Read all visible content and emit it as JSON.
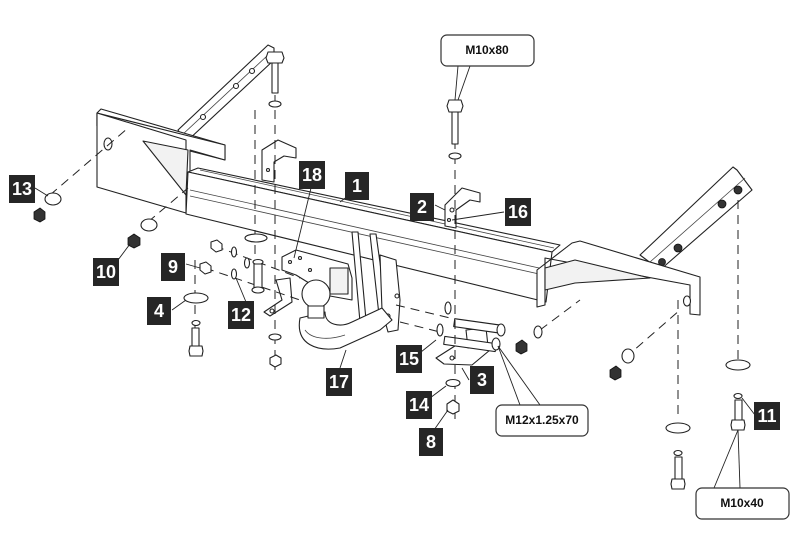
{
  "diagram": {
    "title": "Tow bar exploded assembly view",
    "part_labels": [
      {
        "id": "1",
        "text": "1"
      },
      {
        "id": "2",
        "text": "2"
      },
      {
        "id": "3",
        "text": "3"
      },
      {
        "id": "4",
        "text": "4"
      },
      {
        "id": "8",
        "text": "8"
      },
      {
        "id": "9",
        "text": "9"
      },
      {
        "id": "10",
        "text": "10"
      },
      {
        "id": "11",
        "text": "11"
      },
      {
        "id": "12",
        "text": "12"
      },
      {
        "id": "13",
        "text": "13"
      },
      {
        "id": "14",
        "text": "14"
      },
      {
        "id": "15",
        "text": "15"
      },
      {
        "id": "16",
        "text": "16"
      },
      {
        "id": "17",
        "text": "17"
      },
      {
        "id": "18",
        "text": "18"
      }
    ],
    "bolt_callouts": [
      {
        "id": "m10x80",
        "text": "M10x80"
      },
      {
        "id": "m12x125x70",
        "text": "M12x1.25x70"
      },
      {
        "id": "m10x40",
        "text": "M10x40"
      }
    ],
    "components": [
      "main-crossbar",
      "left-mounting-arm",
      "right-mounting-arm",
      "tow-ball-neck",
      "socket-plate",
      "upper-brackets",
      "lower-brackets",
      "bolts",
      "washers",
      "nuts"
    ]
  }
}
